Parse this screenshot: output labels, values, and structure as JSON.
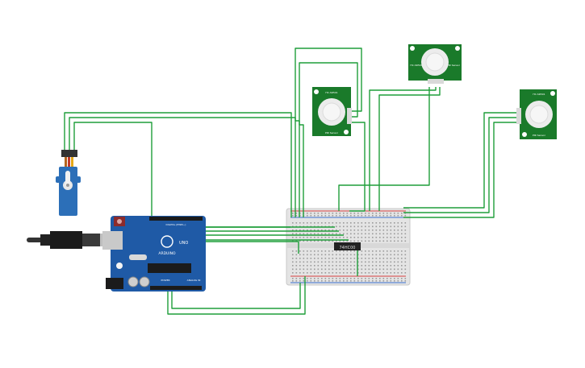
{
  "arduino": {
    "brand": "ARDUINO",
    "model": "UNO",
    "power_label": "POWER",
    "analog_label": "ANALOG IN",
    "digital_label": "DIGITAL (PWM~)"
  },
  "ic": {
    "label": "74HC00"
  },
  "pir_sensors": [
    {
      "id": "pir-1",
      "label_top": "HC-SR501",
      "label_side": "PIR Sensor"
    },
    {
      "id": "pir-2",
      "label_top": "HC-SR501",
      "label_side": "PIR Sensor"
    },
    {
      "id": "pir-3",
      "label_top": "HC-SR501",
      "label_side": "PIR Sensor"
    }
  ],
  "colors": {
    "wire": "#1e9e3a",
    "arduino_body": "#1f5aa6",
    "sensor_board": "#1a7a2a",
    "servo_body": "#2c6fb8",
    "breadboard": "#e6e6e6",
    "rail_red": "#d64040",
    "rail_blue": "#3a6fd0"
  },
  "icons": [
    "servo-motor-icon",
    "usb-cable-icon",
    "arduino-uno-icon",
    "breadboard-icon",
    "ic-chip-icon",
    "pir-sensor-icon"
  ]
}
